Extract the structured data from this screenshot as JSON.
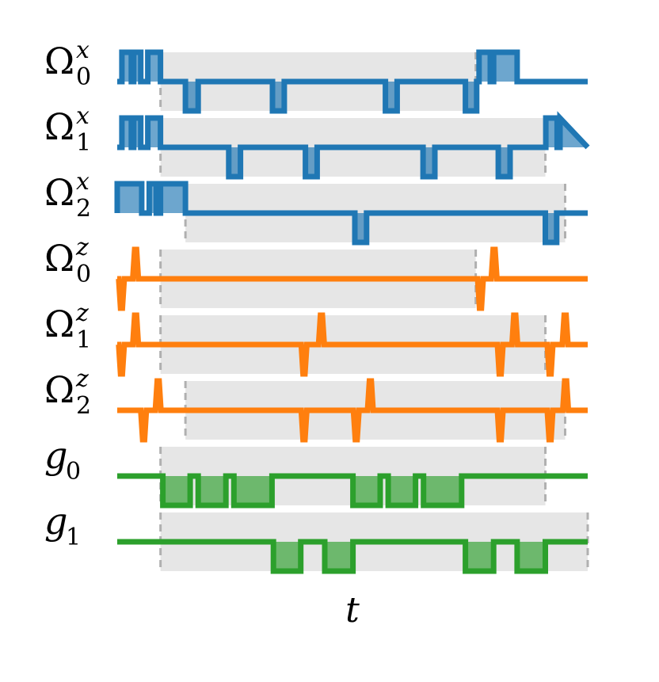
{
  "chart_data": {
    "type": "line",
    "title": "",
    "xlabel": "t",
    "ylabel": "",
    "xlim": [
      0,
      100
    ],
    "grid": false,
    "legend": "none",
    "colors": {
      "x": "#1f77b4",
      "z": "#ff7f0e",
      "g": "#2ca02c",
      "band": "#e6e6e6",
      "dash": "#b0b0b0"
    },
    "series": [
      {
        "label": {
          "base": "Ω",
          "sup": "x",
          "sub": "0",
          "italic": false
        },
        "kind": "x",
        "box": [
          9.2,
          76.2
        ],
        "x": [
          0,
          1,
          1,
          3,
          3,
          3.5,
          3.5,
          5,
          5,
          6.5,
          6.5,
          9.2,
          9.2,
          14.5,
          14.5,
          15.2,
          16.6,
          17.2,
          17.2,
          33,
          33,
          33.7,
          34.9,
          35.5,
          35.5,
          57,
          57,
          57.7,
          58.9,
          59.5,
          59.5,
          74,
          74,
          74.6,
          75.8,
          76.4,
          76.4,
          76.9,
          76.9,
          79.3,
          79.3,
          80,
          80,
          85,
          85,
          100
        ],
        "y": [
          0,
          0,
          1,
          1,
          0,
          0,
          1,
          1,
          0,
          0,
          1,
          1,
          0,
          0,
          -1,
          -1,
          -1,
          -1,
          0,
          0,
          -1,
          -1,
          -1,
          -1,
          0,
          0,
          -1,
          -1,
          -1,
          -1,
          0,
          0,
          -1,
          -1,
          -1,
          -1,
          0,
          0,
          1,
          1,
          0,
          0,
          1,
          1,
          0,
          0
        ]
      },
      {
        "label": {
          "base": "Ω",
          "sup": "x",
          "sub": "1",
          "italic": false
        },
        "kind": "x",
        "box": [
          9.2,
          91.0
        ],
        "x": [
          0,
          1,
          1,
          3,
          3,
          3.5,
          3.5,
          5,
          5,
          6.5,
          6.5,
          9.2,
          9.2,
          23.7,
          23.7,
          24.4,
          25.6,
          26.2,
          26.2,
          40,
          40,
          40.7,
          41.9,
          42.5,
          42.5,
          65,
          65,
          65.7,
          66.9,
          67.5,
          67.5,
          81,
          81,
          81.7,
          82.9,
          83.5,
          83.5,
          91.1,
          91.1,
          93.5,
          93.5,
          94.1,
          94.1,
          100
        ],
        "y": [
          0,
          0,
          1,
          1,
          0,
          0,
          1,
          1,
          0,
          0,
          1,
          1,
          0,
          0,
          -1,
          -1,
          -1,
          -1,
          0,
          0,
          -1,
          -1,
          -1,
          -1,
          0,
          0,
          -1,
          -1,
          -1,
          -1,
          0,
          0,
          -1,
          -1,
          -1,
          -1,
          0,
          0,
          1,
          1,
          0,
          0,
          1,
          0
        ]
      },
      {
        "label": {
          "base": "Ω",
          "sup": "x",
          "sub": "2",
          "italic": false
        },
        "kind": "x",
        "box": [
          14.5,
          95.2
        ],
        "x": [
          0,
          0,
          5.2,
          5.2,
          6.8,
          6.8,
          8.3,
          8.3,
          9.2,
          9.2,
          14.5,
          14.5,
          50.5,
          50.5,
          51.2,
          52.3,
          53,
          53,
          91,
          91,
          91.6,
          92.8,
          93.4,
          93.4,
          100
        ],
        "y": [
          0,
          1,
          1,
          0,
          0,
          1,
          1,
          0,
          0,
          1,
          1,
          0,
          0,
          -1,
          -1,
          -1,
          -1,
          0,
          0,
          -1,
          -1,
          -1,
          -1,
          0,
          0
        ]
      },
      {
        "label": {
          "base": "Ω",
          "sup": "z",
          "sub": "0",
          "italic": false
        },
        "kind": "z",
        "box": [
          9.2,
          76.2
        ],
        "x": [
          0,
          0.3,
          0.7,
          1.1,
          1.5,
          3.3,
          3.7,
          4.1,
          4.5,
          76.6,
          77,
          77.4,
          77.8,
          79.5,
          79.9,
          80.3,
          80.7,
          100
        ],
        "y": [
          0,
          0,
          -1,
          -1,
          0,
          0,
          1,
          1,
          0,
          0,
          -1,
          -1,
          0,
          0,
          1,
          1,
          0,
          0
        ]
      },
      {
        "label": {
          "base": "Ω",
          "sup": "z",
          "sub": "1",
          "italic": false
        },
        "kind": "z",
        "box": [
          9.2,
          91.0
        ],
        "x": [
          0,
          0.3,
          0.7,
          1.1,
          1.5,
          3.3,
          3.7,
          4.1,
          4.5,
          39.1,
          39.5,
          39.9,
          40.3,
          42.8,
          43.2,
          43.6,
          44,
          80.8,
          81.2,
          81.6,
          82,
          83.9,
          84.3,
          84.7,
          85.1,
          91.4,
          91.8,
          92.2,
          92.6,
          94.6,
          95,
          95.4,
          95.8,
          100
        ],
        "y": [
          0,
          0,
          -1,
          -1,
          0,
          0,
          1,
          1,
          0,
          0,
          -1,
          -1,
          0,
          0,
          1,
          1,
          0,
          0,
          -1,
          -1,
          0,
          0,
          1,
          1,
          0,
          0,
          -1,
          -1,
          0,
          0,
          1,
          1,
          0,
          0
        ]
      },
      {
        "label": {
          "base": "Ω",
          "sup": "z",
          "sub": "2",
          "italic": false
        },
        "kind": "z",
        "box": [
          14.5,
          95.2
        ],
        "x": [
          0,
          5.0,
          5.4,
          5.8,
          6.2,
          8.1,
          8.5,
          8.9,
          9.3,
          39.1,
          39.5,
          39.9,
          40.3,
          50.2,
          50.6,
          51,
          51.4,
          53.2,
          53.6,
          54,
          54.4,
          80.8,
          81.2,
          81.6,
          82,
          91.4,
          91.8,
          92.2,
          92.6,
          94.7,
          95.1,
          95.5,
          95.9,
          100
        ],
        "y": [
          0,
          0,
          -1,
          -1,
          0,
          0,
          1,
          1,
          0,
          0,
          -1,
          -1,
          0,
          0,
          -1,
          -1,
          0,
          0,
          1,
          1,
          0,
          0,
          -1,
          -1,
          0,
          0,
          -1,
          -1,
          0,
          0,
          1,
          1,
          0,
          0
        ]
      },
      {
        "label": {
          "base": "g",
          "sup": "",
          "sub": "0",
          "italic": true
        },
        "kind": "g",
        "box": [
          9.2,
          91.0
        ],
        "x": [
          0,
          9.7,
          9.7,
          15.5,
          15.5,
          17.2,
          17.2,
          23.1,
          23.1,
          24.8,
          24.8,
          32.9,
          32.9,
          50.1,
          50.1,
          55.9,
          55.9,
          57.6,
          57.6,
          63.4,
          63.4,
          65.1,
          65.1,
          73.2,
          73.2,
          100
        ],
        "y": [
          0,
          0,
          -1,
          -1,
          0,
          0,
          -1,
          -1,
          0,
          0,
          -1,
          -1,
          0,
          0,
          -1,
          -1,
          0,
          0,
          -1,
          -1,
          0,
          0,
          -1,
          -1,
          0,
          0
        ]
      },
      {
        "label": {
          "base": "g",
          "sup": "",
          "sub": "1",
          "italic": true
        },
        "kind": "g",
        "box": [
          9.2,
          100
        ],
        "x": [
          0,
          33.2,
          33.2,
          39,
          39,
          44.1,
          44.1,
          50.1,
          50.1,
          74,
          74,
          80,
          80,
          85,
          85,
          91,
          91,
          100
        ],
        "y": [
          0,
          0,
          -1,
          -1,
          0,
          0,
          -1,
          -1,
          0,
          0,
          -1,
          -1,
          0,
          0,
          -1,
          -1,
          0,
          0
        ]
      }
    ]
  }
}
